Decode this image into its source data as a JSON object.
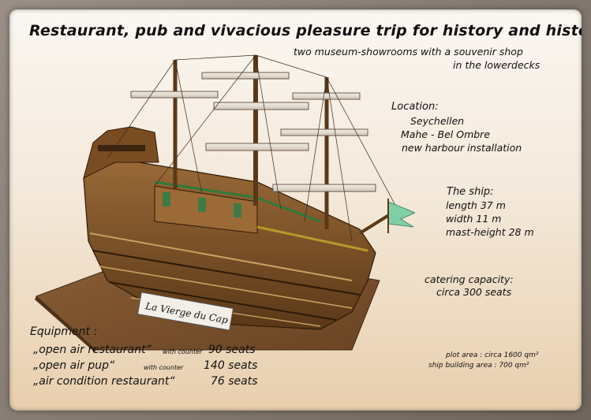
{
  "title": "Restaurant, pub and vivacious pleasure trip for history and histories",
  "subtitle": {
    "line1": "two museum-showrooms with a souvenir shop",
    "line2": "in the lowerdecks"
  },
  "location": {
    "heading": "Location:",
    "line1": "Seychellen",
    "line2": "Mahe - Bel Ombre",
    "line3": "new harbour installation"
  },
  "ship": {
    "heading": "The ship:",
    "length": "length   37 m",
    "width": "width   11 m",
    "mast": "mast-height  28 m",
    "nameplate": "La Vierge du Cap"
  },
  "catering": {
    "heading": "catering capacity:",
    "value": "circa 300 seats"
  },
  "equipment": {
    "heading": "Equipment :",
    "items": [
      {
        "name": "„open air restaurant“",
        "note": "with counter",
        "seats": "90 seats"
      },
      {
        "name": "„open air pup“",
        "note": "with counter",
        "seats": "140 seats"
      },
      {
        "name": "„air condition restaurant“",
        "note": "",
        "seats": "76 seats"
      }
    ]
  },
  "areas": {
    "plot": "plot area  : circa 1600 qm²",
    "building": "ship building area  :  700 qm²"
  },
  "colors": {
    "wood": "#8a5a2b",
    "dark_wood": "#4e2f14",
    "base": "#7a5230",
    "flag": "#7fcfa6",
    "rail_green": "#2f7a3a"
  }
}
